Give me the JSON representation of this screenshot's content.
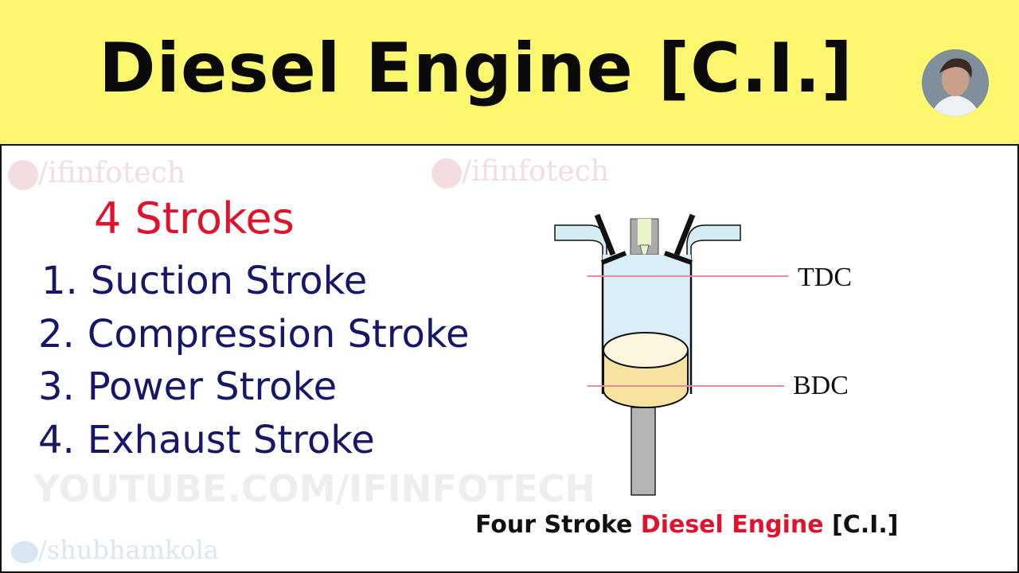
{
  "header": {
    "title": "Diesel Engine [C.I.]"
  },
  "watermarks": {
    "channel_top_left": "/ifinfotech",
    "channel_top_center": "/ifinfotech",
    "twitter": "/shubhamkola",
    "diagonal": "YOUTUBE.COM/IFINFOTECH"
  },
  "strokes": {
    "heading": "4 Strokes",
    "items": [
      {
        "num": "1.",
        "label": "Suction Stroke"
      },
      {
        "num": "2.",
        "label": "Compression Stroke"
      },
      {
        "num": "3.",
        "label": "Power Stroke"
      },
      {
        "num": "4.",
        "label": "Exhaust Stroke"
      }
    ]
  },
  "diagram": {
    "tdc_label": "TDC",
    "bdc_label": "BDC"
  },
  "caption": {
    "part1": "Four Stroke",
    "part2": "Diesel Engine",
    "part3": "[C.I.]"
  },
  "colors": {
    "header_bg": "#fbf76e",
    "heading_red": "#e1122c",
    "list_navy": "#17176a"
  }
}
